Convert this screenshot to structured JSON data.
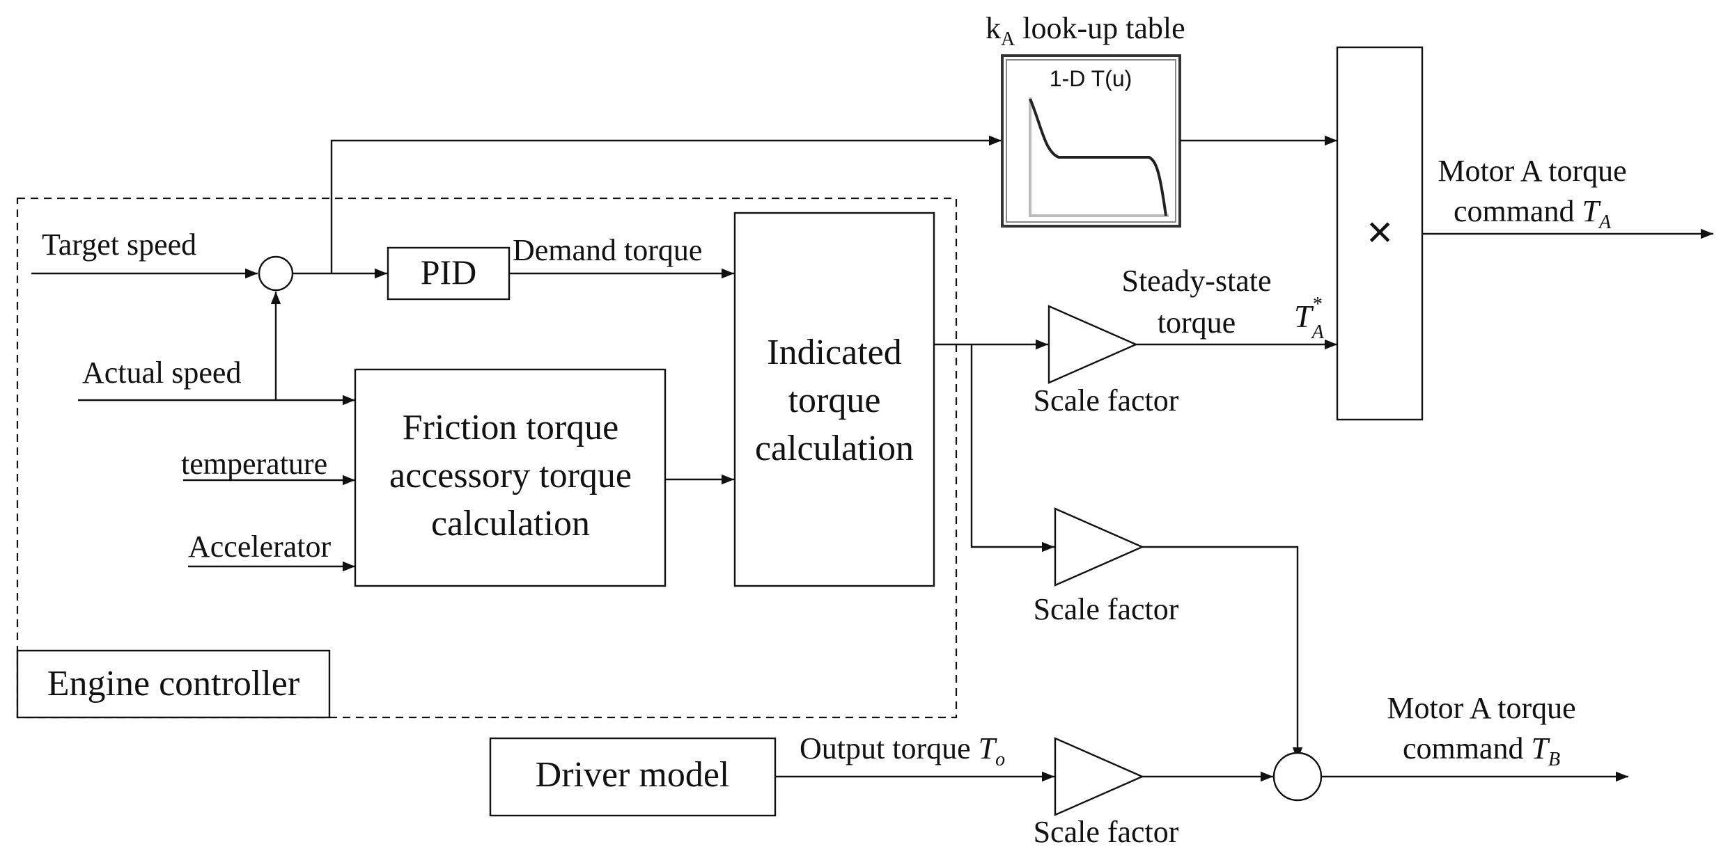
{
  "engine_controller": {
    "label": "Engine controller"
  },
  "inputs": {
    "target_speed": "Target speed",
    "actual_speed": "Actual speed",
    "temperature": "temperature",
    "accelerator": "Accelerator"
  },
  "blocks": {
    "pid": "PID",
    "friction": [
      "Friction torque",
      "accessory torque",
      "calculation"
    ],
    "indicated": [
      "Indicated",
      "torque",
      "calculation"
    ],
    "driver_model": "Driver model",
    "multiply_symbol": "×",
    "lookup_title_prefix": "k",
    "lookup_title_sub": "A",
    "lookup_title_suffix": " look-up table",
    "lookup_inner": "1-D T(u)"
  },
  "signals": {
    "demand_torque": "Demand torque",
    "steady_state_1": "Steady-state",
    "steady_state_2": "torque",
    "ta_star_base": "T",
    "ta_star_sup": "*",
    "ta_star_sub": "A",
    "output_torque": "Output torque ",
    "to_base": "T",
    "to_sub": "o"
  },
  "gains": {
    "gain1": "Scale factor",
    "gain2": "Scale factor",
    "gain3": "Scale factor"
  },
  "outputs": {
    "motor_a_1": "Motor A torque",
    "motor_a_2": "command ",
    "motor_a_base": "T",
    "motor_a_sub": "A",
    "motor_b_1": "Motor A torque",
    "motor_b_2": "command ",
    "motor_b_base": "T",
    "motor_b_sub": "B"
  }
}
